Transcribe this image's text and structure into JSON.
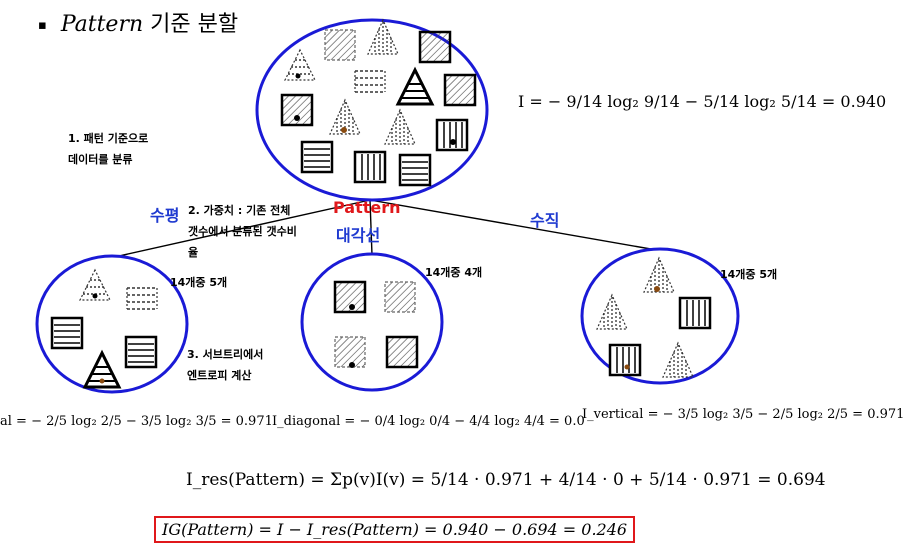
{
  "title": {
    "bullet": "▪",
    "italic": "Pattern",
    "rest": " 기준 분할"
  },
  "notes": {
    "step1": "1. 패턴 기준으로\n데이터를 분류",
    "step2": "2. 가중치 : 기존 전체\n갯수에서 분류된 갯수비\n율",
    "step3": "3. 서브트리에서\n엔트로피 계산"
  },
  "branches": {
    "left": "수평",
    "center_top": "Pattern",
    "center_bottom": "대각선",
    "right": "수직"
  },
  "counts": {
    "left": "14개중 5개",
    "center": "14개중 4개",
    "right": "14개중 5개"
  },
  "formulas": {
    "root": "I = − 9/14 log₂ 9/14  −  5/14 log₂ 5/14 = 0.940",
    "left": "al = − 2/5 log₂ 2/5 − 3/5 log₂ 3/5 = 0.971",
    "diagonal": "I_diagonal = − 0/4 log₂ 0/4 − 4/4 log₂ 4/4 = 0.0",
    "vertical": "I_vertical = − 3/5 log₂ 3/5 − 2/5 log₂ 2/5 = 0.971",
    "res": "I_res(Pattern) = Σp(v)I(v) = 5/14 · 0.971 + 4/14 · 0 + 5/14 · 0.971 = 0.694",
    "ig": "IG(Pattern) = I − I_res(Pattern) = 0.940 − 0.694 = 0.246"
  },
  "colors": {
    "node_border": "#1a1ad6",
    "branch_blue": "#1f3ad0",
    "highlight_red": "#e0181b"
  }
}
